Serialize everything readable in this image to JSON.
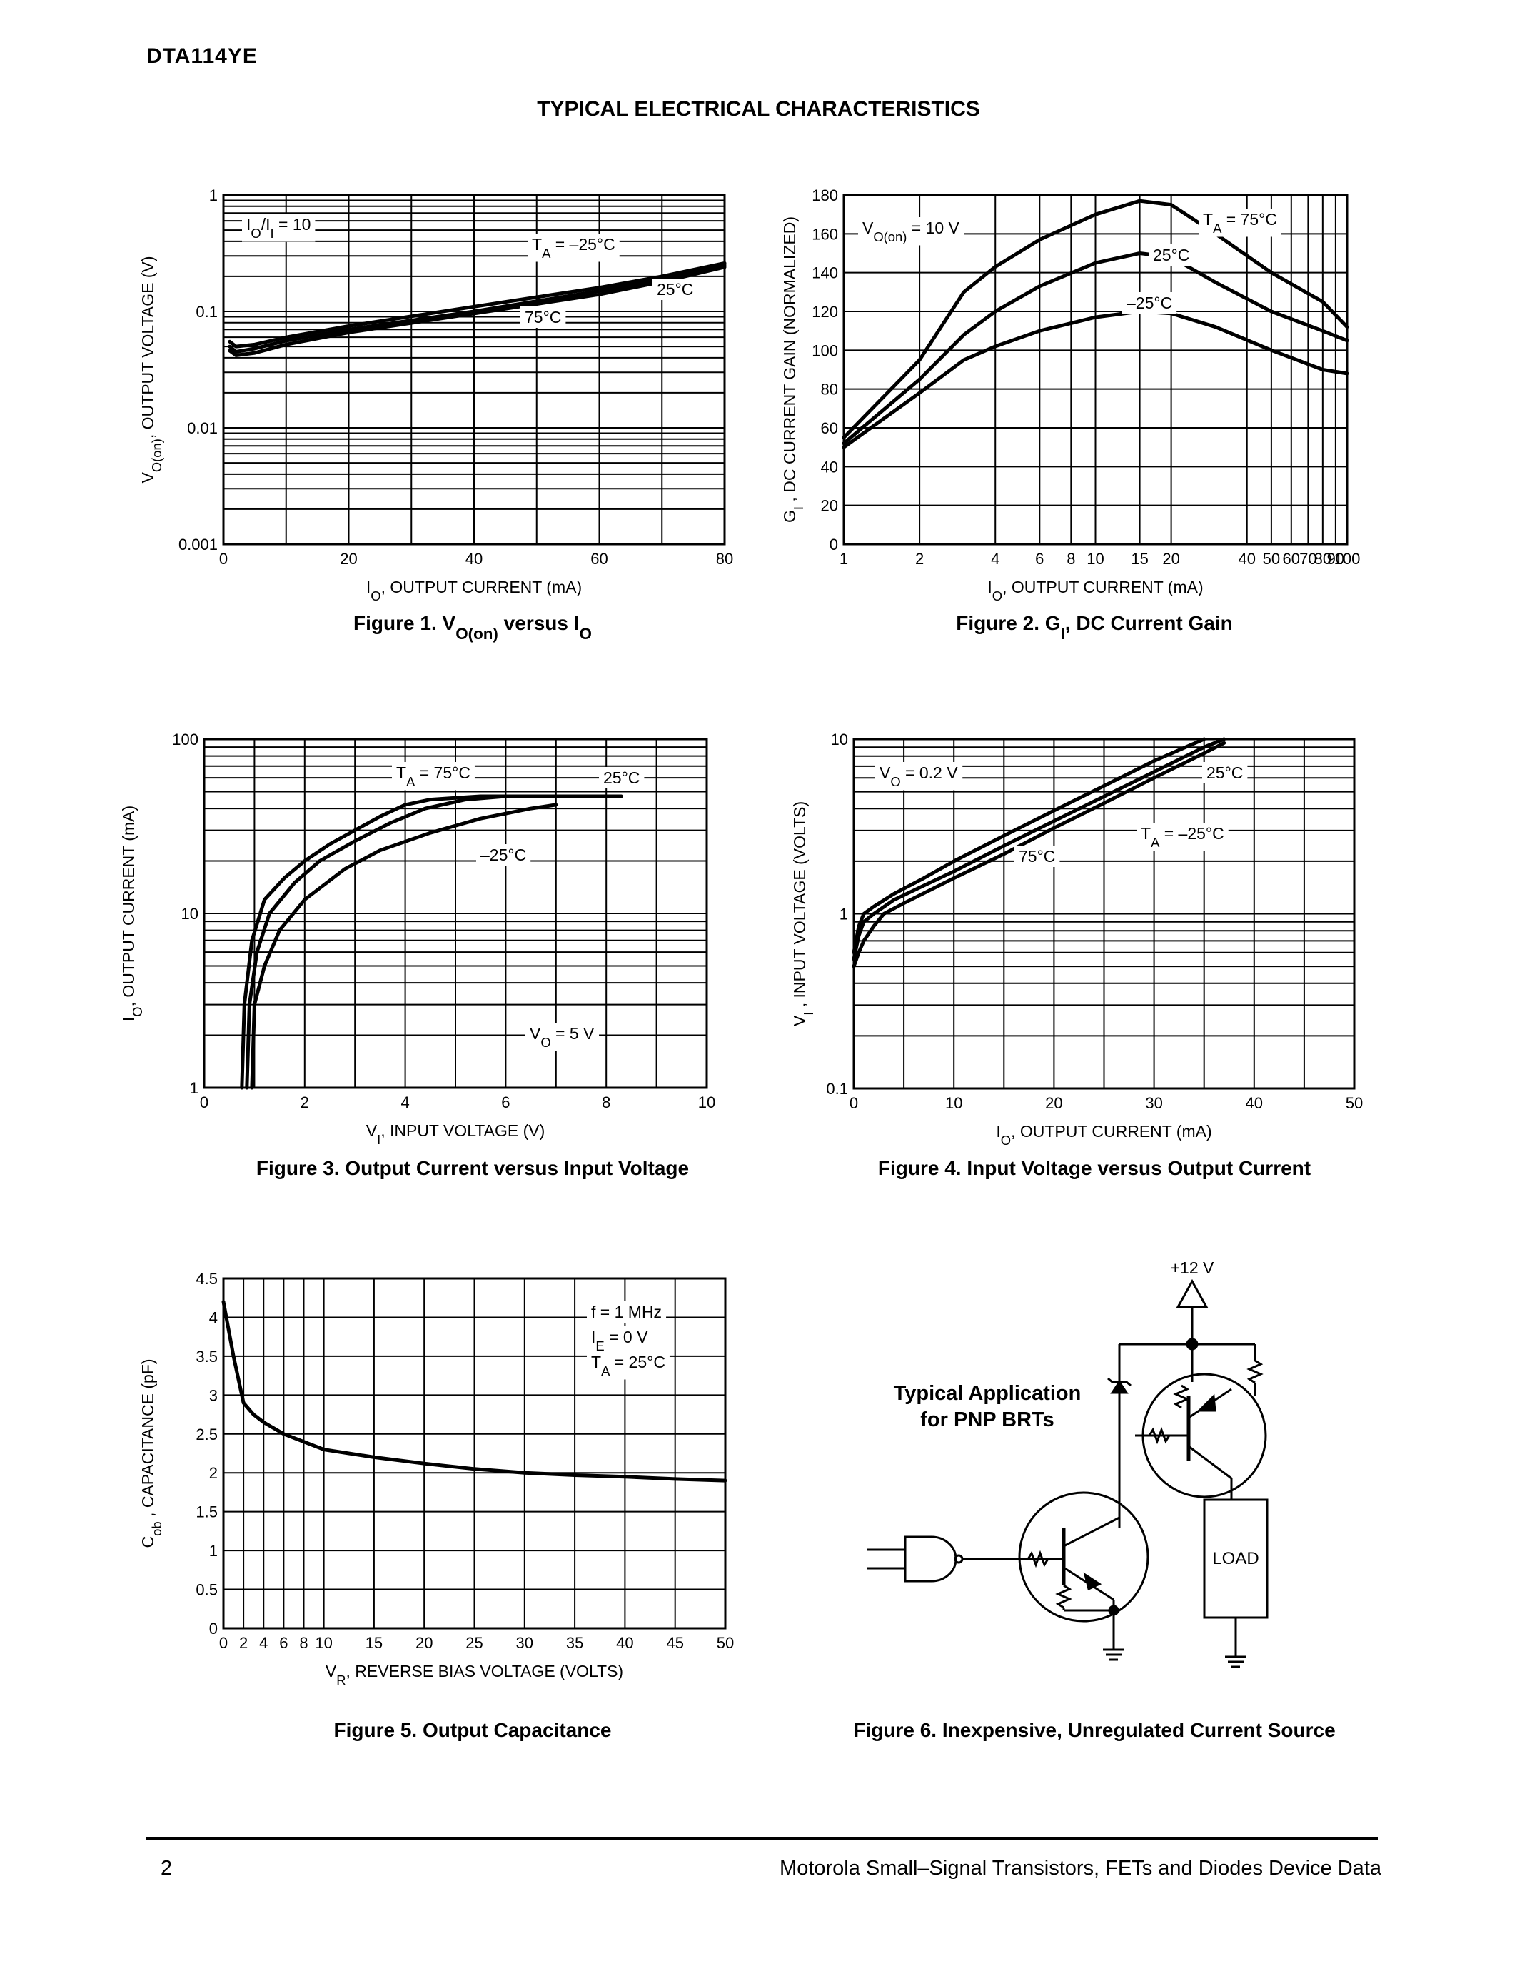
{
  "header": {
    "part_number": "DTA114YE",
    "heading": "TYPICAL ELECTRICAL CHARACTERISTICS"
  },
  "footer": {
    "page_number": "2",
    "text": "Motorola Small–Signal Transistors, FETs and Diodes Device Data"
  },
  "colors": {
    "ink": "#000000",
    "background": "#ffffff"
  },
  "chart_data": [
    {
      "id": "fig1",
      "type": "line",
      "caption_main": "Figure 1. V",
      "caption_sub": "O(on)",
      "caption_mid": " versus I",
      "caption_sub2": "O",
      "xlabel_main": "I",
      "xlabel_sub": "O",
      "xlabel_rest": ", OUTPUT CURRENT (mA)",
      "ylabel_main": "V",
      "ylabel_sub": "O(on)",
      "ylabel_rest": ", OUTPUT VOLTAGE (V)",
      "xscale": "linear",
      "yscale": "log",
      "xlim": [
        0,
        80
      ],
      "ylim": [
        0.001,
        1
      ],
      "x_ticks": [
        0,
        20,
        40,
        60,
        80
      ],
      "x_tick_labels": [
        "0",
        "20",
        "40",
        "60",
        "80"
      ],
      "y_ticks": [
        0.001,
        0.01,
        0.1,
        1
      ],
      "y_tick_labels": [
        "0.001",
        "0.01",
        "0.1",
        "1"
      ],
      "annotations": [
        {
          "main": "I",
          "sub": "O",
          "rest": "/I",
          "sub2": "I",
          "rest2": " = 10"
        },
        {
          "main": "T",
          "sub": "A",
          "rest": " = –25°C"
        },
        {
          "main": "25°C"
        },
        {
          "main": "75°C"
        }
      ],
      "series": [
        {
          "x": [
            1,
            2,
            5,
            10,
            20,
            40,
            60,
            70,
            80
          ],
          "y": [
            0.055,
            0.05,
            0.052,
            0.06,
            0.075,
            0.11,
            0.16,
            0.2,
            0.26
          ]
        },
        {
          "x": [
            1,
            2,
            5,
            10,
            20,
            40,
            60,
            70,
            80
          ],
          "y": [
            0.05,
            0.045,
            0.048,
            0.056,
            0.07,
            0.1,
            0.15,
            0.19,
            0.25
          ]
        },
        {
          "x": [
            1,
            2,
            5,
            10,
            20,
            40,
            60,
            70,
            80
          ],
          "y": [
            0.046,
            0.042,
            0.044,
            0.052,
            0.066,
            0.096,
            0.14,
            0.18,
            0.24
          ]
        }
      ]
    },
    {
      "id": "fig2",
      "type": "line",
      "caption_main": "Figure 2. G",
      "caption_sub": "I",
      "caption_mid": ", DC Current Gain",
      "caption_sub2": "",
      "xlabel_main": "I",
      "xlabel_sub": "O",
      "xlabel_rest": ", OUTPUT CURRENT (mA)",
      "ylabel_main": "G",
      "ylabel_sub": "I",
      "ylabel_rest": " , DC CURRENT GAIN (NORMALIZED)",
      "xscale": "log",
      "yscale": "linear",
      "xlim": [
        1,
        100
      ],
      "ylim": [
        0,
        180
      ],
      "x_ticks": [
        1,
        2,
        4,
        6,
        8,
        10,
        15,
        20,
        40,
        50,
        60,
        70,
        80,
        90,
        100
      ],
      "x_tick_labels": [
        "1",
        "2",
        "4",
        "6",
        "8",
        "10",
        "15",
        "20",
        "40",
        "50",
        "60",
        "70",
        "80",
        "90",
        "100"
      ],
      "y_ticks": [
        0,
        20,
        40,
        60,
        80,
        100,
        120,
        140,
        160,
        180
      ],
      "y_tick_labels": [
        "0",
        "20",
        "40",
        "60",
        "80",
        "100",
        "120",
        "140",
        "160",
        "180"
      ],
      "annotations": [
        {
          "main": "V",
          "sub": "O(on)",
          "rest": " = 10 V"
        },
        {
          "main": "T",
          "sub": "A",
          "rest": " = 75°C"
        },
        {
          "main": "25°C"
        },
        {
          "main": "–25°C"
        }
      ],
      "series": [
        {
          "x": [
            1,
            2,
            3,
            4,
            6,
            10,
            15,
            20,
            30,
            50,
            80,
            100
          ],
          "y": [
            55,
            95,
            130,
            143,
            157,
            170,
            177,
            175,
            160,
            140,
            125,
            112
          ]
        },
        {
          "x": [
            1,
            2,
            3,
            4,
            6,
            10,
            15,
            20,
            30,
            50,
            80,
            100
          ],
          "y": [
            52,
            85,
            108,
            120,
            133,
            145,
            150,
            148,
            135,
            120,
            110,
            105
          ]
        },
        {
          "x": [
            1,
            2,
            3,
            4,
            6,
            10,
            15,
            20,
            30,
            50,
            80,
            100
          ],
          "y": [
            50,
            78,
            95,
            102,
            110,
            117,
            120,
            119,
            112,
            100,
            90,
            88
          ]
        }
      ]
    },
    {
      "id": "fig3",
      "type": "line",
      "caption_main": "Figure 3. Output Current versus Input Voltage",
      "caption_sub": "",
      "caption_mid": "",
      "caption_sub2": "",
      "xlabel_main": "V",
      "xlabel_sub": "I",
      "xlabel_rest": ", INPUT VOLTAGE (V)",
      "ylabel_main": "I",
      "ylabel_sub": "O",
      "ylabel_rest": ", OUTPUT CURRENT (mA)",
      "xscale": "linear",
      "yscale": "log",
      "xlim": [
        0,
        10
      ],
      "ylim": [
        1,
        100
      ],
      "x_ticks": [
        0,
        2,
        4,
        6,
        8,
        10
      ],
      "x_tick_labels": [
        "0",
        "2",
        "4",
        "6",
        "8",
        "10"
      ],
      "y_ticks": [
        1,
        10,
        100
      ],
      "y_tick_labels": [
        "1",
        "10",
        "100"
      ],
      "annotations": [
        {
          "main": "T",
          "sub": "A",
          "rest": " = 75°C"
        },
        {
          "main": "25°C"
        },
        {
          "main": "–25°C"
        },
        {
          "main": "V",
          "sub": "O",
          "rest": " = 5 V"
        }
      ],
      "series": [
        {
          "x": [
            0.75,
            0.8,
            0.95,
            1.2,
            1.6,
            2.0,
            2.5,
            3.0,
            3.5,
            4.0,
            4.5,
            5.0,
            5.5,
            6.0,
            6.8
          ],
          "y": [
            1,
            3,
            7,
            12,
            16,
            20,
            25,
            30,
            36,
            42,
            45,
            46,
            47,
            47,
            47
          ]
        },
        {
          "x": [
            0.85,
            0.9,
            1.05,
            1.3,
            1.8,
            2.3,
            3.0,
            3.7,
            4.4,
            5.2,
            6.0,
            7.0,
            8.0,
            8.3
          ],
          "y": [
            1,
            3,
            6,
            10,
            15,
            20,
            26,
            33,
            40,
            45,
            47,
            47,
            47,
            47
          ]
        },
        {
          "x": [
            0.95,
            1.0,
            1.2,
            1.5,
            2.0,
            2.8,
            3.5,
            4.5,
            5.5,
            6.5,
            7.0
          ],
          "y": [
            1,
            3,
            5,
            8,
            12,
            18,
            23,
            29,
            35,
            40,
            42
          ]
        }
      ]
    },
    {
      "id": "fig4",
      "type": "line",
      "caption_main": "Figure 4. Input Voltage versus Output Current",
      "caption_sub": "",
      "caption_mid": "",
      "caption_sub2": "",
      "xlabel_main": "I",
      "xlabel_sub": "O",
      "xlabel_rest": ", OUTPUT CURRENT (mA)",
      "ylabel_main": "V",
      "ylabel_sub": "I",
      "ylabel_rest": " , INPUT VOLTAGE (VOLTS)",
      "xscale": "linear",
      "yscale": "log",
      "xlim": [
        0,
        50
      ],
      "ylim": [
        0.1,
        10
      ],
      "x_ticks": [
        0,
        10,
        20,
        30,
        40,
        50
      ],
      "x_tick_labels": [
        "0",
        "10",
        "20",
        "30",
        "40",
        "50"
      ],
      "y_ticks": [
        0.1,
        1,
        10
      ],
      "y_tick_labels": [
        "0.1",
        "1",
        "10"
      ],
      "annotations": [
        {
          "main": "V",
          "sub": "O",
          "rest": " = 0.2 V"
        },
        {
          "main": "25°C"
        },
        {
          "main": "T",
          "sub": "A",
          "rest": " = –25°C"
        },
        {
          "main": "75°C"
        }
      ],
      "series": [
        {
          "x": [
            0,
            0.5,
            1,
            2,
            4,
            7,
            10,
            15,
            20,
            25,
            30,
            35
          ],
          "y": [
            0.6,
            0.85,
            1.0,
            1.1,
            1.3,
            1.6,
            2.0,
            2.8,
            3.9,
            5.4,
            7.5,
            10.0
          ]
        },
        {
          "x": [
            0,
            0.5,
            1,
            2,
            4,
            7,
            10,
            15,
            20,
            25,
            30,
            35,
            37
          ],
          "y": [
            0.55,
            0.75,
            0.9,
            1.0,
            1.2,
            1.45,
            1.75,
            2.45,
            3.4,
            4.7,
            6.5,
            9.0,
            10.0
          ]
        },
        {
          "x": [
            0,
            0.5,
            1,
            2,
            3,
            5,
            10,
            15,
            20,
            25,
            30,
            35,
            37
          ],
          "y": [
            0.5,
            0.6,
            0.7,
            0.85,
            1.0,
            1.15,
            1.6,
            2.2,
            3.1,
            4.3,
            6.0,
            8.3,
            9.5
          ]
        }
      ]
    },
    {
      "id": "fig5",
      "type": "line",
      "caption_main": "Figure 5. Output Capacitance",
      "caption_sub": "",
      "caption_mid": "",
      "caption_sub2": "",
      "xlabel_main": "V",
      "xlabel_sub": "R",
      "xlabel_rest": ", REVERSE BIAS VOLTAGE (VOLTS)",
      "ylabel_main": "C",
      "ylabel_sub": "ob",
      "ylabel_rest": " , CAPACITANCE (pF)",
      "xscale": "linear",
      "yscale": "linear",
      "xlim": [
        0,
        50
      ],
      "ylim": [
        0,
        4.5
      ],
      "x_ticks": [
        0,
        2,
        4,
        6,
        8,
        10,
        15,
        20,
        25,
        30,
        35,
        40,
        45,
        50
      ],
      "x_tick_labels": [
        "0",
        "2",
        "4",
        "6",
        "8",
        "10",
        "15",
        "20",
        "25",
        "30",
        "35",
        "40",
        "45",
        "50"
      ],
      "y_ticks": [
        0,
        0.5,
        1,
        1.5,
        2,
        2.5,
        3,
        3.5,
        4,
        4.5
      ],
      "y_tick_labels": [
        "0",
        "0.5",
        "1",
        "1.5",
        "2",
        "2.5",
        "3",
        "3.5",
        "4",
        "4.5"
      ],
      "annotations": [
        {
          "main": "f = 1 MHz"
        },
        {
          "main": "I",
          "sub": "E",
          "rest": " = 0 V"
        },
        {
          "main": "T",
          "sub": "A",
          "rest": " = 25°C"
        }
      ],
      "series": [
        {
          "x": [
            0,
            1,
            2,
            3,
            4,
            6,
            8,
            10,
            15,
            20,
            25,
            30,
            35,
            40,
            45,
            50
          ],
          "y": [
            4.2,
            3.5,
            2.9,
            2.75,
            2.65,
            2.5,
            2.4,
            2.3,
            2.2,
            2.12,
            2.05,
            2.0,
            1.97,
            1.95,
            1.92,
            1.9
          ]
        }
      ]
    }
  ],
  "figure6": {
    "caption": "Figure 6. Inexpensive, Unregulated Current Source",
    "supply": "+12 V",
    "title_line1": "Typical Application",
    "title_line2": "for PNP BRTs",
    "load": "LOAD"
  }
}
